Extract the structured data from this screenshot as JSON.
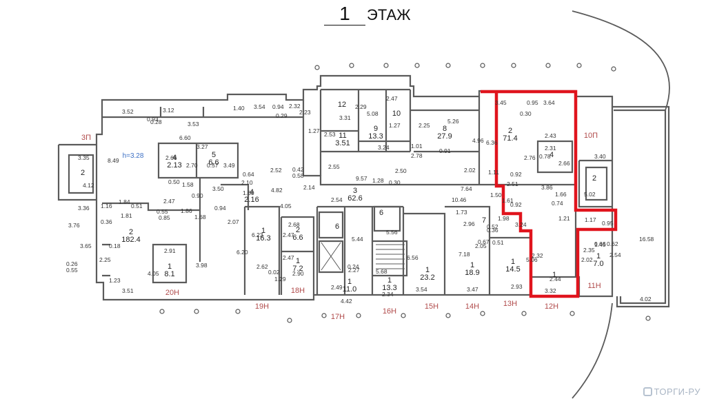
{
  "header": {
    "floor_number": "1",
    "floor_word": "ЭТАЖ"
  },
  "watermark": {
    "text": "ТОРГИ-РУ"
  },
  "colors": {
    "wall": "#5a5a5a",
    "highlight": "#e0141d",
    "unit_label": "#b04a4a",
    "height_note": "#3b6fc4"
  },
  "height_note": "h=3.28",
  "units": {
    "3p": "3П",
    "10p": "10П",
    "11n": "11Н",
    "12n": "12Н",
    "13n": "13Н",
    "14n": "14Н",
    "15n": "15Н",
    "16n": "16Н",
    "17n": "17Н",
    "18n": "18Н",
    "19n": "19Н",
    "20n": "20Н"
  },
  "rooms": {
    "r_left_2": "2\n182.4",
    "r_12": "12",
    "r_11": "11\n3.51",
    "r_9": "9\n13.3",
    "r_8": "8\n27.9",
    "r_10": "10",
    "r_3": "3\n62.6",
    "r_hl_2": "2\n71.4",
    "r_4a": "4\n2.13",
    "r_5": "5\n6.6",
    "r_4b": "4\n2.16",
    "r_4c": "4",
    "r_6": "2\n6.6",
    "r_8_1": "1\n8.1",
    "r_163": "1\n16.3",
    "r_72": "1\n7.2",
    "r_110": "1\n11.0",
    "r_133": "1\n13.3",
    "r_232": "1\n23.2",
    "r_189": "1\n18.9",
    "r_145": "1\n14.5",
    "r_hl_1": "1",
    "r_70": "1\n7.0",
    "r_stair_l": "2",
    "r_stair_r": "2",
    "r_elev_a": "6",
    "r_elev_b": "6",
    "r_7": "7"
  },
  "dimensions": [
    "3.52",
    "3.12",
    "0.93",
    "0.28",
    "3.53",
    "1.40",
    "3.54",
    "0.94",
    "0.29",
    "2.32",
    "2.23",
    "1.27",
    "6.60",
    "8.49",
    "3.35",
    "4.12",
    "3.36",
    "1.16",
    "1.84",
    "0.36",
    "0.51",
    "1.81",
    "3.76",
    "3.65",
    "0.18",
    "2.25",
    "0.26",
    "0.55",
    "1.23",
    "3.51",
    "2.91",
    "4.05",
    "3.98",
    "2.47",
    "0.90",
    "3.50",
    "0.85",
    "1.86",
    "1.68",
    "0.94",
    "0.55",
    "2.07",
    "2.66",
    "2.70",
    "3.27",
    "0.57",
    "3.49",
    "2.10",
    "0.64",
    "2.52",
    "0.42",
    "0.58",
    "1.58",
    "0.50",
    "4.82",
    "2.14",
    "1.60",
    "4.05",
    "6.20",
    "6.23",
    "2.62",
    "0.02",
    "2.68",
    "2.47",
    "2.47",
    "2.90",
    "1.29",
    "3.31",
    "2.29",
    "2.53",
    "2.55",
    "9.57",
    "5.08",
    "2.47",
    "1.27",
    "3.24",
    "1.28",
    "0.30",
    "2.50",
    "2.54",
    "5.44",
    "5.56",
    "0.24",
    "2.27",
    "2.49",
    "4.42",
    "5.68",
    "2.34",
    "6.56",
    "3.54",
    "2.25",
    "5.26",
    "4.96",
    "1.01",
    "2.78",
    "0.91",
    "2.02",
    "7.64",
    "10.46",
    "1.73",
    "7.18",
    "2.96",
    "0.52",
    "0.36",
    "2.05",
    "3.47",
    "2.93",
    "3.45",
    "0.95",
    "0.30",
    "3.64",
    "6.36",
    "2.43",
    "2.31",
    "2.76",
    "2.66",
    "1.11",
    "2.51",
    "0.92",
    "3.86",
    "1.66",
    "1.50",
    "1.61",
    "0.92",
    "0.74",
    "1.98",
    "3.24",
    "1.21",
    "0.67",
    "0.51",
    "5.06",
    "2.32",
    "2.44",
    "3.32",
    "3.40",
    "5.02",
    "1.17",
    "0.95",
    "0.66",
    "2.35",
    "1.45",
    "2.54",
    "0.62",
    "16.58",
    "4.02",
    "2.02",
    "0.78"
  ]
}
